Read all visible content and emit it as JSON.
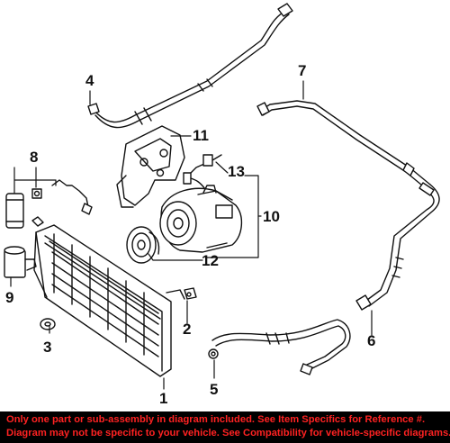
{
  "callouts": {
    "c1": "1",
    "c2": "2",
    "c3": "3",
    "c4": "4",
    "c5": "5",
    "c6": "6",
    "c7": "7",
    "c8": "8",
    "c9": "9",
    "c10": "10",
    "c11": "11",
    "c12": "12",
    "c13": "13"
  },
  "footer": {
    "line1": "Only one part or sub-assembly in diagram included. See Item Specifics for Reference #.",
    "line2": "Diagram may not be specific to your vehicle. See Compatibility for vehicle-specific diagrams."
  },
  "colors": {
    "footer_bg": "#000000",
    "footer_text": "#ff2222",
    "line": "#111111"
  }
}
